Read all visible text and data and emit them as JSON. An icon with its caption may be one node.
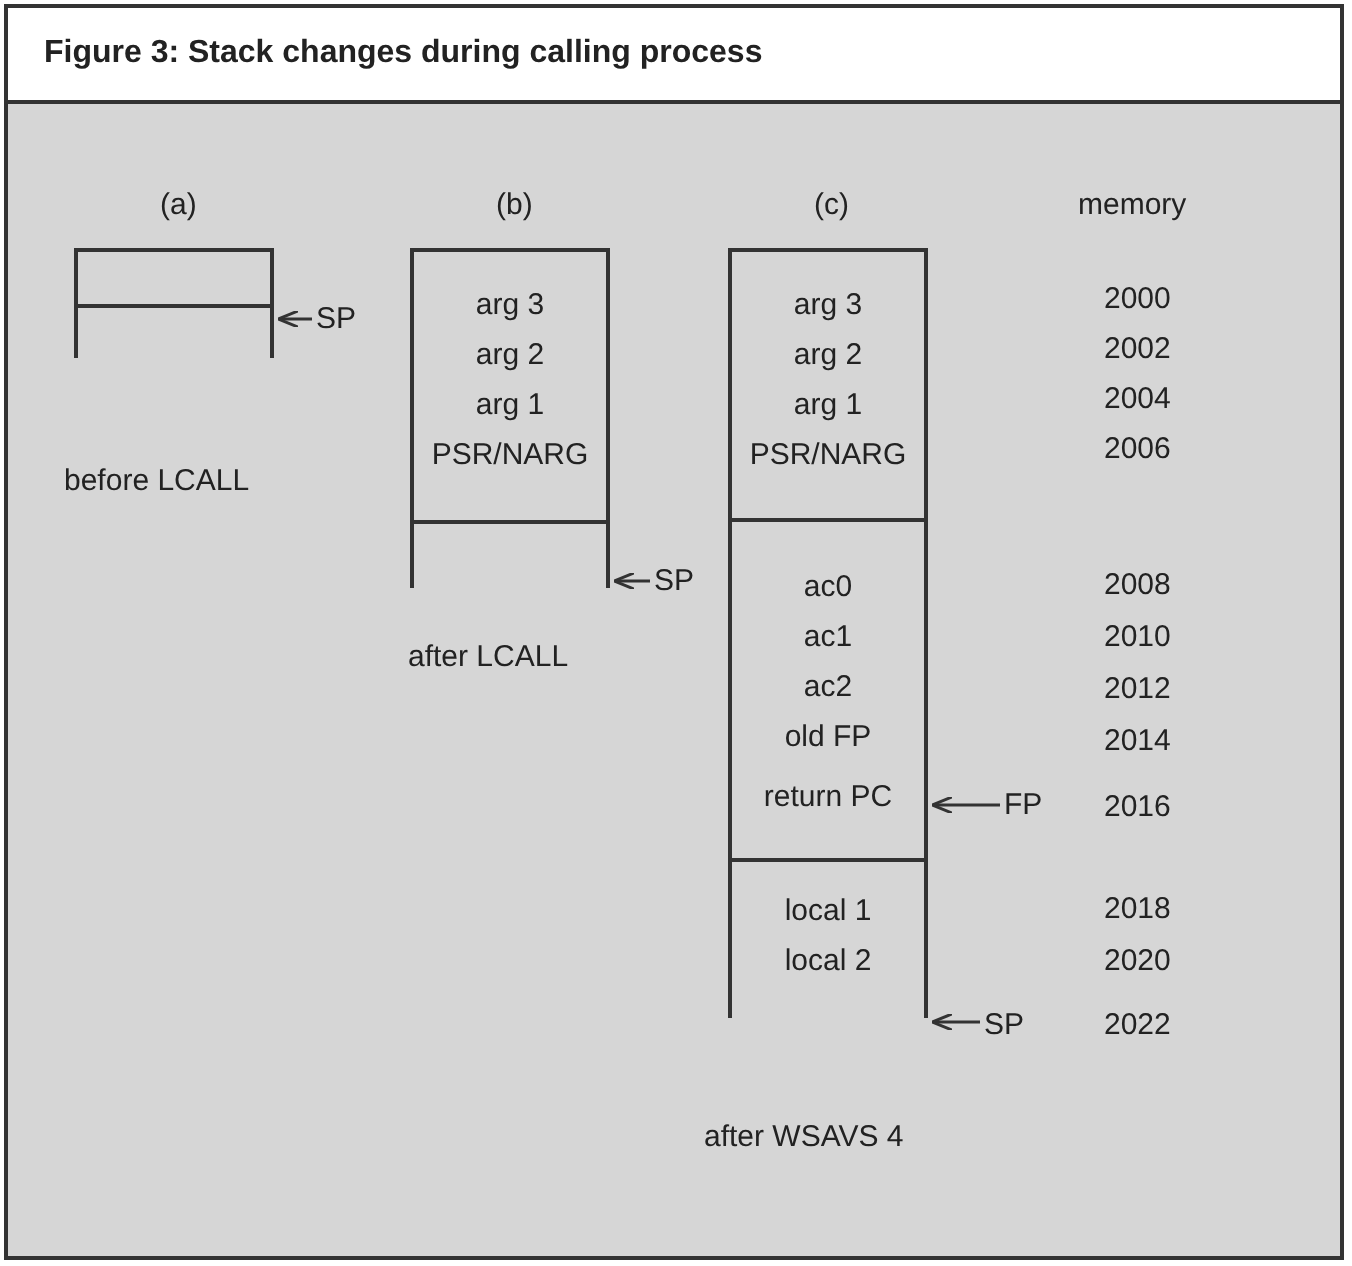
{
  "diagram": {
    "title": "Figure 3: Stack changes during calling process",
    "nodes": [
      {
        "text": [],
        "shape": "box"
      },
      {
        "text": [
          "arg 3",
          "arg 2",
          "arg 1",
          "PSR/NARG"
        ]
      },
      {
        "text": [],
        "shape": "box"
      },
      {
        "text": [
          "arg 3",
          "arg 2",
          "arg 1",
          "PSR/NARG"
        ]
      },
      {
        "text": [
          "ac0",
          "ac1",
          "ac2",
          "old FP",
          "return PC"
        ]
      },
      {
        "text": [
          "local 1",
          "local 2"
        ]
      },
      {
        "text": [
          "SP"
        ]
      },
      {
        "text": [
          "SP"
        ]
      },
      {
        "text": [
          "FP"
        ]
      },
      {
        "text": [
          "SP"
        ]
      }
    ],
    "edges": [
      {
        "from": 6,
        "to": 0,
        "arrow": "to"
      },
      {
        "from": 7,
        "to": 2,
        "arrow": "to"
      },
      {
        "from": 8,
        "to": 4,
        "arrow": "to"
      },
      {
        "from": 9,
        "to": 5,
        "arrow": "to"
      }
    ],
    "labels": [
      "(a)",
      "(b)",
      "(c)",
      "memory",
      "2000",
      "2002",
      "2004",
      "before LCALL",
      "2006",
      "2008",
      "after LCALL",
      "2010",
      "2012",
      "2014",
      "2016",
      "2018",
      "2020",
      "2022",
      "after WSAVS 4"
    ]
  }
}
